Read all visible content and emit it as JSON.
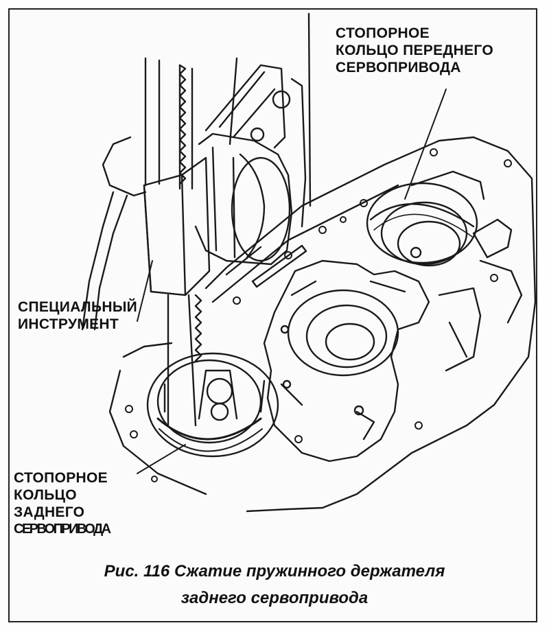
{
  "labels": {
    "front_ring": [
      "СТОПОРНОЕ",
      "КОЛЬЦО ПЕРЕДНЕГО",
      "СЕРВОПРИВОДА"
    ],
    "special_tool": [
      "СПЕЦИАЛЬНЫЙ",
      "ИНСТРУМЕНТ"
    ],
    "rear_ring": [
      "СТОПОРНОЕ",
      "КОЛЬЦО",
      "ЗАДНЕГО",
      "СЕРВОПРИВОДА"
    ]
  },
  "caption": {
    "line1": "Рис. 116 Сжатие пружинного держателя",
    "line2": "заднего сервопривода"
  },
  "colors": {
    "ink": "#1a1a1a",
    "paper": "#fbfbfb"
  }
}
